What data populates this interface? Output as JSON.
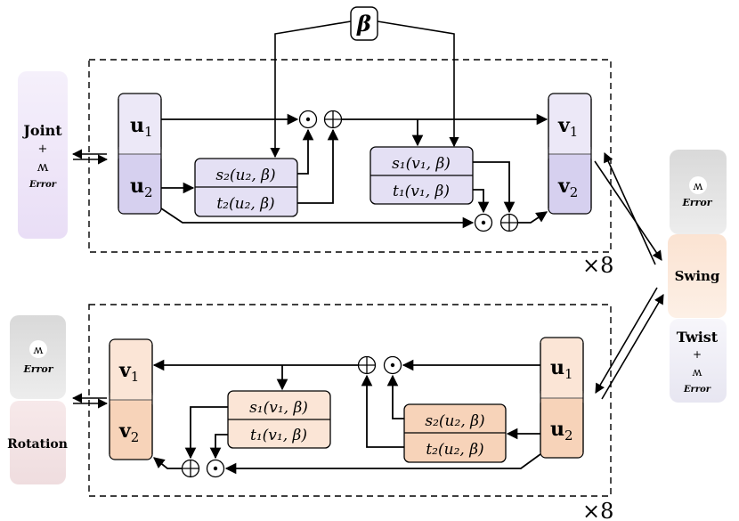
{
  "symbols": {
    "beta": "β",
    "odot": "⊙",
    "oplus": "⊕",
    "times8": "×8",
    "error_glyph": "ʍ"
  },
  "top_block": {
    "left_panel": {
      "title": "Joint",
      "plus": "+",
      "error_label": "Error"
    },
    "input_top": {
      "base": "u",
      "sub": "1"
    },
    "input_bottom": {
      "base": "u",
      "sub": "2"
    },
    "output_top": {
      "base": "v",
      "sub": "1"
    },
    "output_bottom": {
      "base": "v",
      "sub": "2"
    },
    "s2_box": {
      "s_text": "s₂(u₂, β)",
      "t_text": "t₂(u₂, β)"
    },
    "s1_box": {
      "s_text": "s₁(v₁, β)",
      "t_text": "t₁(v₁, β)"
    },
    "repeat": "×8"
  },
  "bottom_block": {
    "left_panel_top": {
      "error_label": "Error"
    },
    "left_panel_bottom": {
      "title": "Rotation"
    },
    "output_top": {
      "base": "v",
      "sub": "1"
    },
    "output_bottom": {
      "base": "v",
      "sub": "2"
    },
    "input_top": {
      "base": "u",
      "sub": "1"
    },
    "input_bottom": {
      "base": "u",
      "sub": "2"
    },
    "s1_box": {
      "s_text": "s₁(v₁, β)",
      "t_text": "t₁(v₁, β)"
    },
    "s2_box": {
      "s_text": "s₂(u₂, β)",
      "t_text": "t₂(u₂, β)"
    },
    "repeat": "×8"
  },
  "right_panel": {
    "error_label": "Error",
    "swing": "Swing",
    "twist": "Twist",
    "plus": "+",
    "twist_error_label": "Error"
  },
  "colors": {
    "purple_light": "#ece8f7",
    "purple_mid": "#d6d0ef",
    "purple_panel": "#f2ecfa",
    "orange_light": "#fbe5d6",
    "orange_mid": "#f7d3b9",
    "gray_panel": "#e4e4e4",
    "swing_panel": "#fbe6d7",
    "twist_panel": "#eeedf5"
  }
}
